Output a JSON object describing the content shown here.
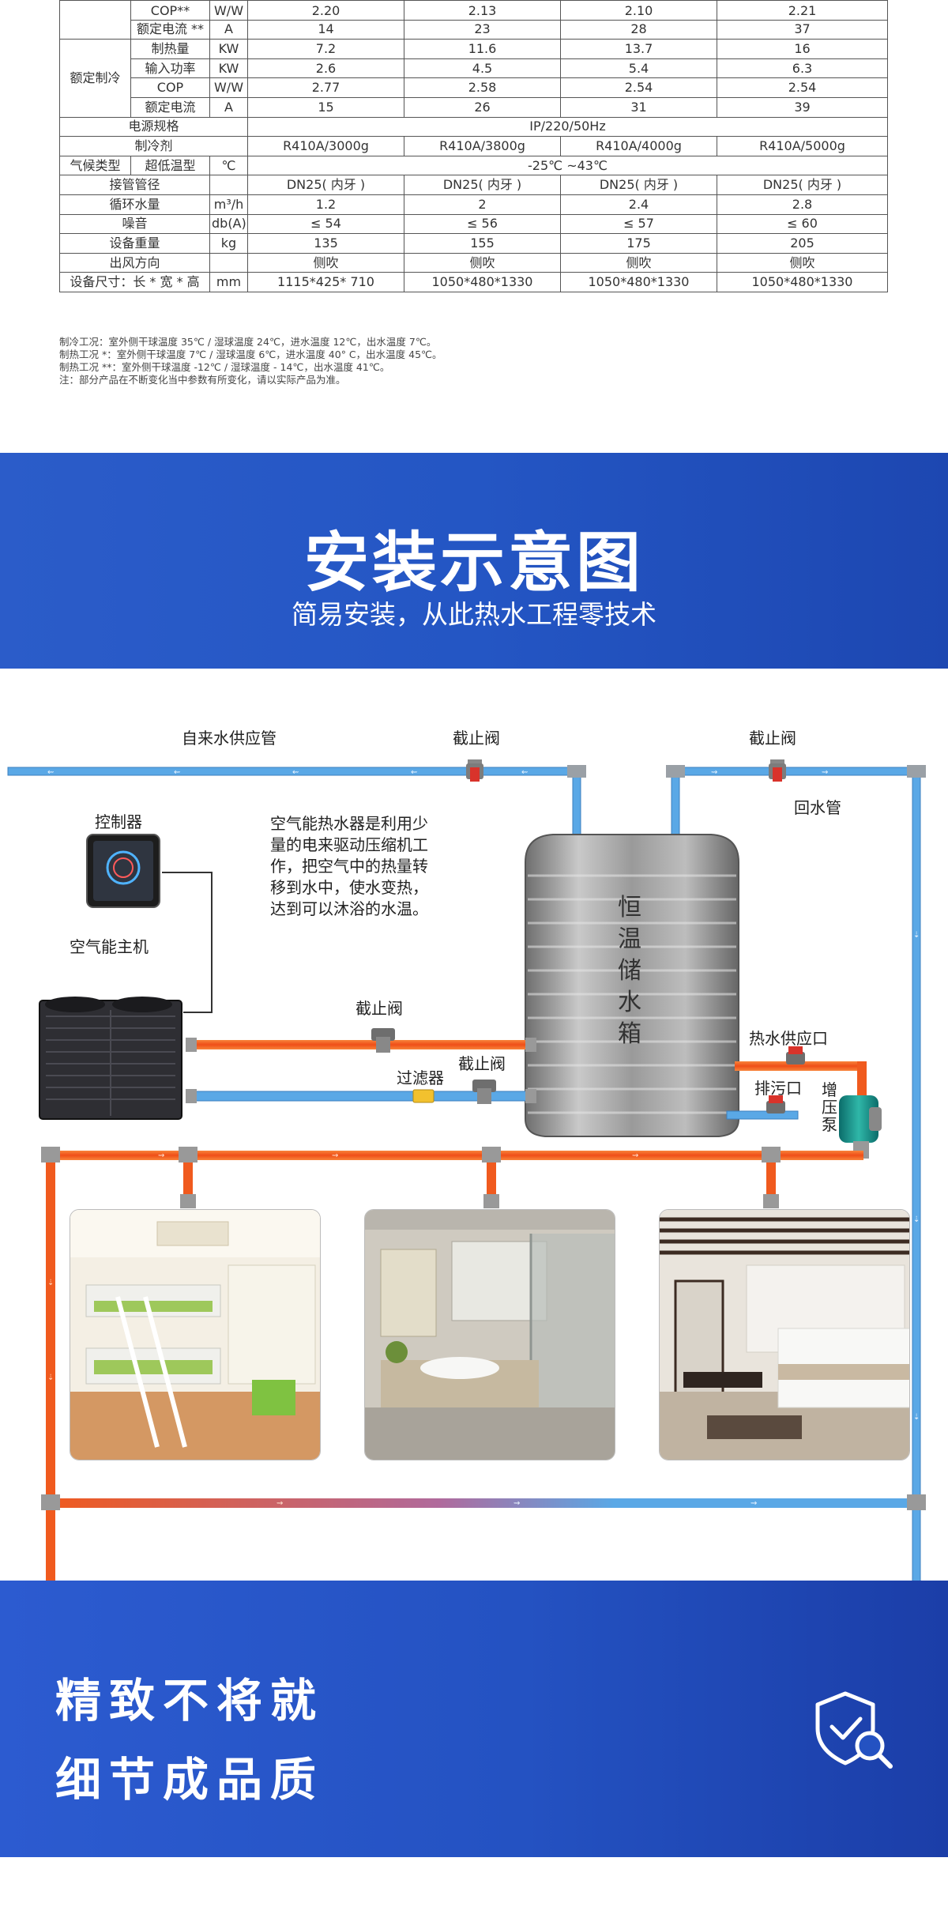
{
  "spec_table": {
    "rows": [
      {
        "g": "",
        "item": "COP**",
        "unit": "W/W",
        "v": [
          "2.20",
          "2.13",
          "2.10",
          "2.21"
        ]
      },
      {
        "g": "",
        "item": "额定电流 **",
        "unit": "A",
        "v": [
          "14",
          "23",
          "28",
          "37"
        ]
      },
      {
        "g": "额定制冷",
        "item": "制热量",
        "unit": "KW",
        "v": [
          "7.2",
          "11.6",
          "13.7",
          "16"
        ]
      },
      {
        "g": "",
        "item": "输入功率",
        "unit": "KW",
        "v": [
          "2.6",
          "4.5",
          "5.4",
          "6.3"
        ]
      },
      {
        "g": "",
        "item": "COP",
        "unit": "W/W",
        "v": [
          "2.77",
          "2.58",
          "2.54",
          "2.54"
        ]
      },
      {
        "g": "",
        "item": "额定电流",
        "unit": "A",
        "v": [
          "15",
          "26",
          "31",
          "39"
        ]
      }
    ],
    "power_label": "电源规格",
    "power_value": "IP/220/50Hz",
    "refrigerant_label": "制冷剂",
    "refrigerant": [
      "R410A/3000g",
      "R410A/3800g",
      "R410A/4000g",
      "R410A/5000g"
    ],
    "climate_label": "气候类型",
    "climate_item": "超低温型",
    "climate_unit": "℃",
    "climate_value": "-25℃ ~43℃",
    "rows2": [
      {
        "item": "接管管径",
        "unit": "",
        "v": [
          "DN25( 内牙 )",
          "DN25( 内牙 )",
          "DN25( 内牙 )",
          "DN25( 内牙 )"
        ]
      },
      {
        "item": "循环水量",
        "unit": "m³/h",
        "v": [
          "1.2",
          "2",
          "2.4",
          "2.8"
        ]
      },
      {
        "item": "噪音",
        "unit": "db(A)",
        "v": [
          "≤ 54",
          "≤ 56",
          "≤ 57",
          "≤ 60"
        ]
      },
      {
        "item": "设备重量",
        "unit": "kg",
        "v": [
          "135",
          "155",
          "175",
          "205"
        ]
      },
      {
        "item": "出风方向",
        "unit": "",
        "v": [
          "侧吹",
          "侧吹",
          "侧吹",
          "侧吹"
        ]
      },
      {
        "item": "设备尺寸：长 * 宽 * 高",
        "unit": "mm",
        "v": [
          "1115*425* 710",
          "1050*480*1330",
          "1050*480*1330",
          "1050*480*1330"
        ]
      }
    ]
  },
  "notes": [
    "制冷工况：室外侧干球温度 35℃ / 湿球温度 24℃，进水温度 12℃，出水温度 7℃。",
    "制热工况 *：室外侧干球温度 7℃ / 湿球温度 6℃，进水温度 40° C，出水温度 45℃。",
    "制热工况 **：室外侧干球温度 -12℃ / 湿球温度 - 14℃，出水温度 41℃。",
    "注：部分产品在不断变化当中参数有所变化，请以实际产品为准。"
  ],
  "install": {
    "title": "安装示意图",
    "subtitle": "简易安装，从此热水工程零技术"
  },
  "diagram": {
    "labels": {
      "tap_water": "自来水供应管",
      "valve_top_left": "截止阀",
      "valve_top_right": "截止阀",
      "return_pipe": "回水管",
      "controller": "控制器",
      "main_unit": "空气能主机",
      "valve_hot": "截止阀",
      "valve_cold": "截止阀",
      "filter": "过滤器",
      "hot_supply": "热水供应口",
      "drain": "排污口",
      "pump": "增压泵"
    },
    "description": "空气能热水器是利用少量的电来驱动压缩机工作，把空气中的热量转移到水中，使水变热，达到可以沐浴的水温。",
    "tank_label": "恒温储水箱",
    "rooms": [
      "bedroom-bunk",
      "bathroom",
      "bedroom-hotel"
    ]
  },
  "quality": {
    "line1": "精致不将就",
    "line2": "细节成品质"
  },
  "colors": {
    "band_blue": "#2456c4",
    "pipe_hot": "#f05a1e",
    "pipe_cold": "#5aa8e6",
    "valve_red": "#d9332b"
  }
}
